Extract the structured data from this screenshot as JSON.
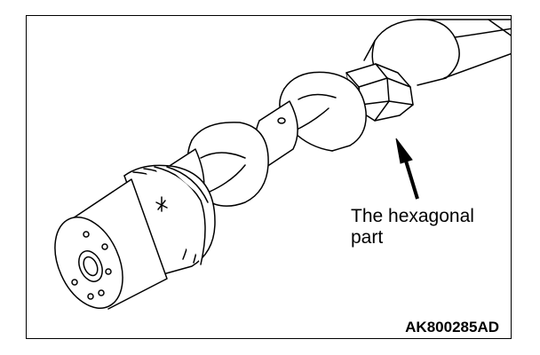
{
  "diagram": {
    "callout": {
      "line1": "The hexagonal",
      "line2": "part"
    },
    "figure_code": "AK800285AD"
  }
}
